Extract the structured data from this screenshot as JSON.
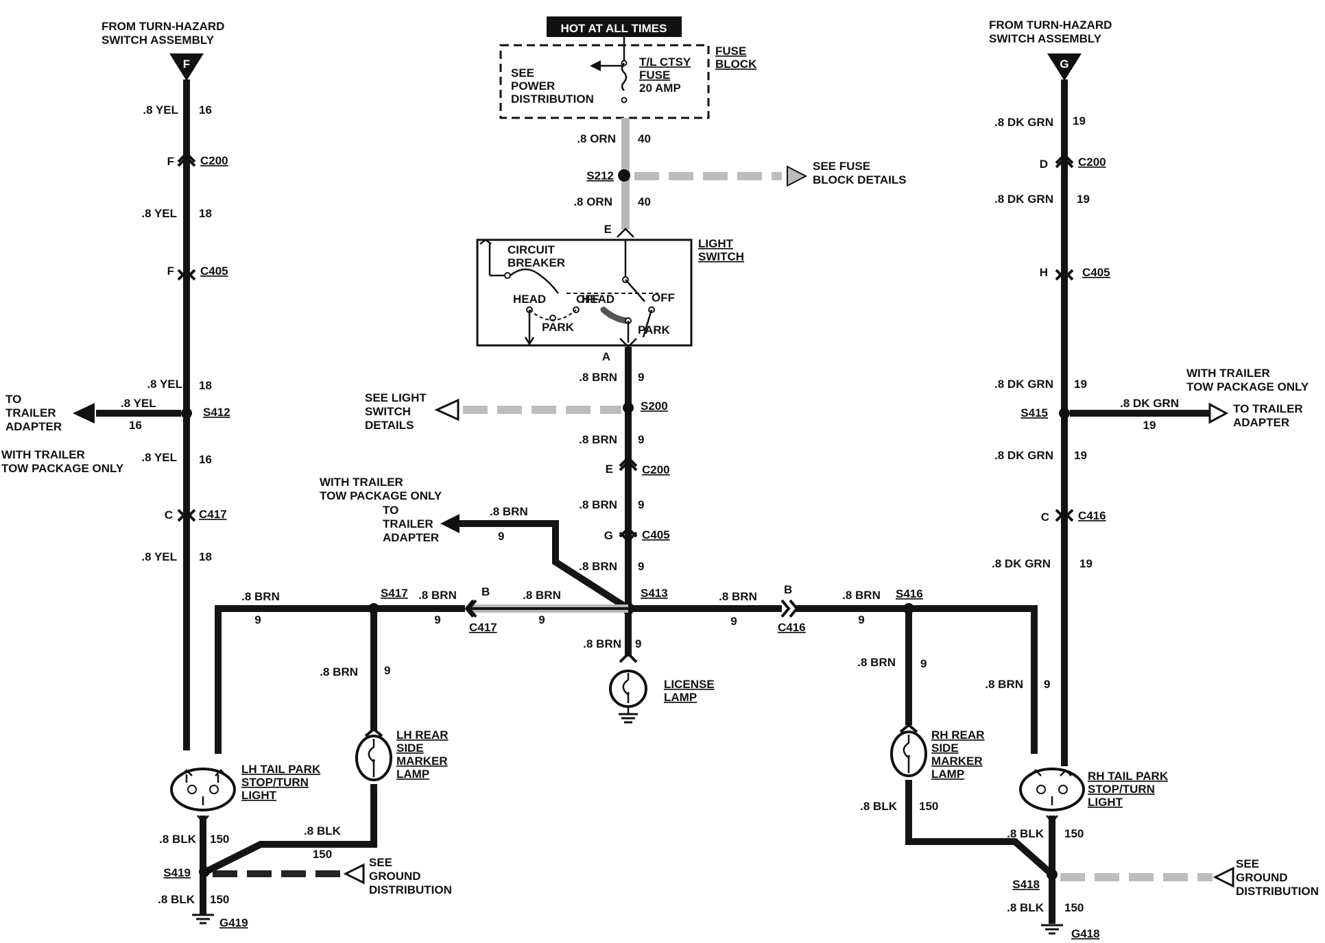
{
  "hot_banner": "HOT AT ALL TIMES",
  "power_distribution": [
    "SEE",
    "POWER",
    "DISTRIBUTION"
  ],
  "fuse": [
    "T/L CTSY",
    "FUSE",
    "20 AMP"
  ],
  "fuse_block": [
    "FUSE",
    "BLOCK"
  ],
  "fuse_block_details": [
    "SEE FUSE",
    "BLOCK DETAILS"
  ],
  "light_switch_title": [
    "LIGHT",
    "SWITCH"
  ],
  "light_switch_inner": {
    "circuit_breaker": [
      "CIRCUIT",
      "BREAKER"
    ],
    "head1": "HEAD",
    "off1": "OFF",
    "park1": "PARK",
    "head2": "HEAD",
    "off2": "OFF",
    "park2": "PARK"
  },
  "light_switch_details": [
    "SEE LIGHT",
    "SWITCH",
    "DETAILS"
  ],
  "turn_hazard_left": [
    "FROM TURN-HAZARD",
    "SWITCH ASSEMBLY"
  ],
  "turn_hazard_right": [
    "FROM TURN-HAZARD",
    "SWITCH ASSEMBLY"
  ],
  "connector_F": "F",
  "connector_G": "G",
  "trailer_left": [
    "TO",
    "TRAILER",
    "ADAPTER"
  ],
  "trailer_left_pkg": [
    "WITH TRAILER",
    "TOW PACKAGE ONLY"
  ],
  "trailer_center": [
    "WITH TRAILER",
    "TOW PACKAGE ONLY",
    "TO",
    "TRAILER",
    "ADAPTER"
  ],
  "trailer_right_pkg": [
    "WITH TRAILER",
    "TOW PACKAGE ONLY"
  ],
  "trailer_right": [
    "TO TRAILER",
    "ADAPTER"
  ],
  "license_lamp": [
    "LICENSE",
    "LAMP"
  ],
  "lh_tail": [
    "LH TAIL PARK",
    "STOP/TURN",
    "LIGHT"
  ],
  "rh_tail": [
    "RH TAIL PARK",
    "STOP/TURN",
    "LIGHT"
  ],
  "lh_marker": [
    "LH REAR",
    "SIDE",
    "MARKER",
    "LAMP"
  ],
  "rh_marker": [
    "RH REAR",
    "SIDE",
    "MARKER",
    "LAMP"
  ],
  "ground_left": [
    "SEE",
    "GROUND",
    "DISTRIBUTION"
  ],
  "ground_right": [
    "SEE",
    "GROUND",
    "DISTRIBUTION"
  ],
  "wire_labels": {
    "yel": ".8 YEL",
    "yel_c": "18",
    "yel_c_alt": "16",
    "orn": ".8 ORN",
    "orn_c": "40",
    "brn": ".8 BRN",
    "brn_c": "9",
    "dkgrn": ".8 DK GRN",
    "dkgrn_c": "19",
    "blk": ".8 BLK",
    "blk_c": "150"
  },
  "splices": [
    "S212",
    "S200",
    "S412",
    "S413",
    "S415",
    "S416",
    "S417",
    "S418",
    "S419"
  ],
  "connectors": [
    "C200",
    "C405",
    "C417",
    "C416"
  ],
  "grounds": [
    "G419",
    "G418"
  ],
  "pins": {
    "F": "F",
    "E": "E",
    "A": "A",
    "G": "G",
    "C": "C",
    "D": "D",
    "H": "H",
    "B": "B"
  }
}
